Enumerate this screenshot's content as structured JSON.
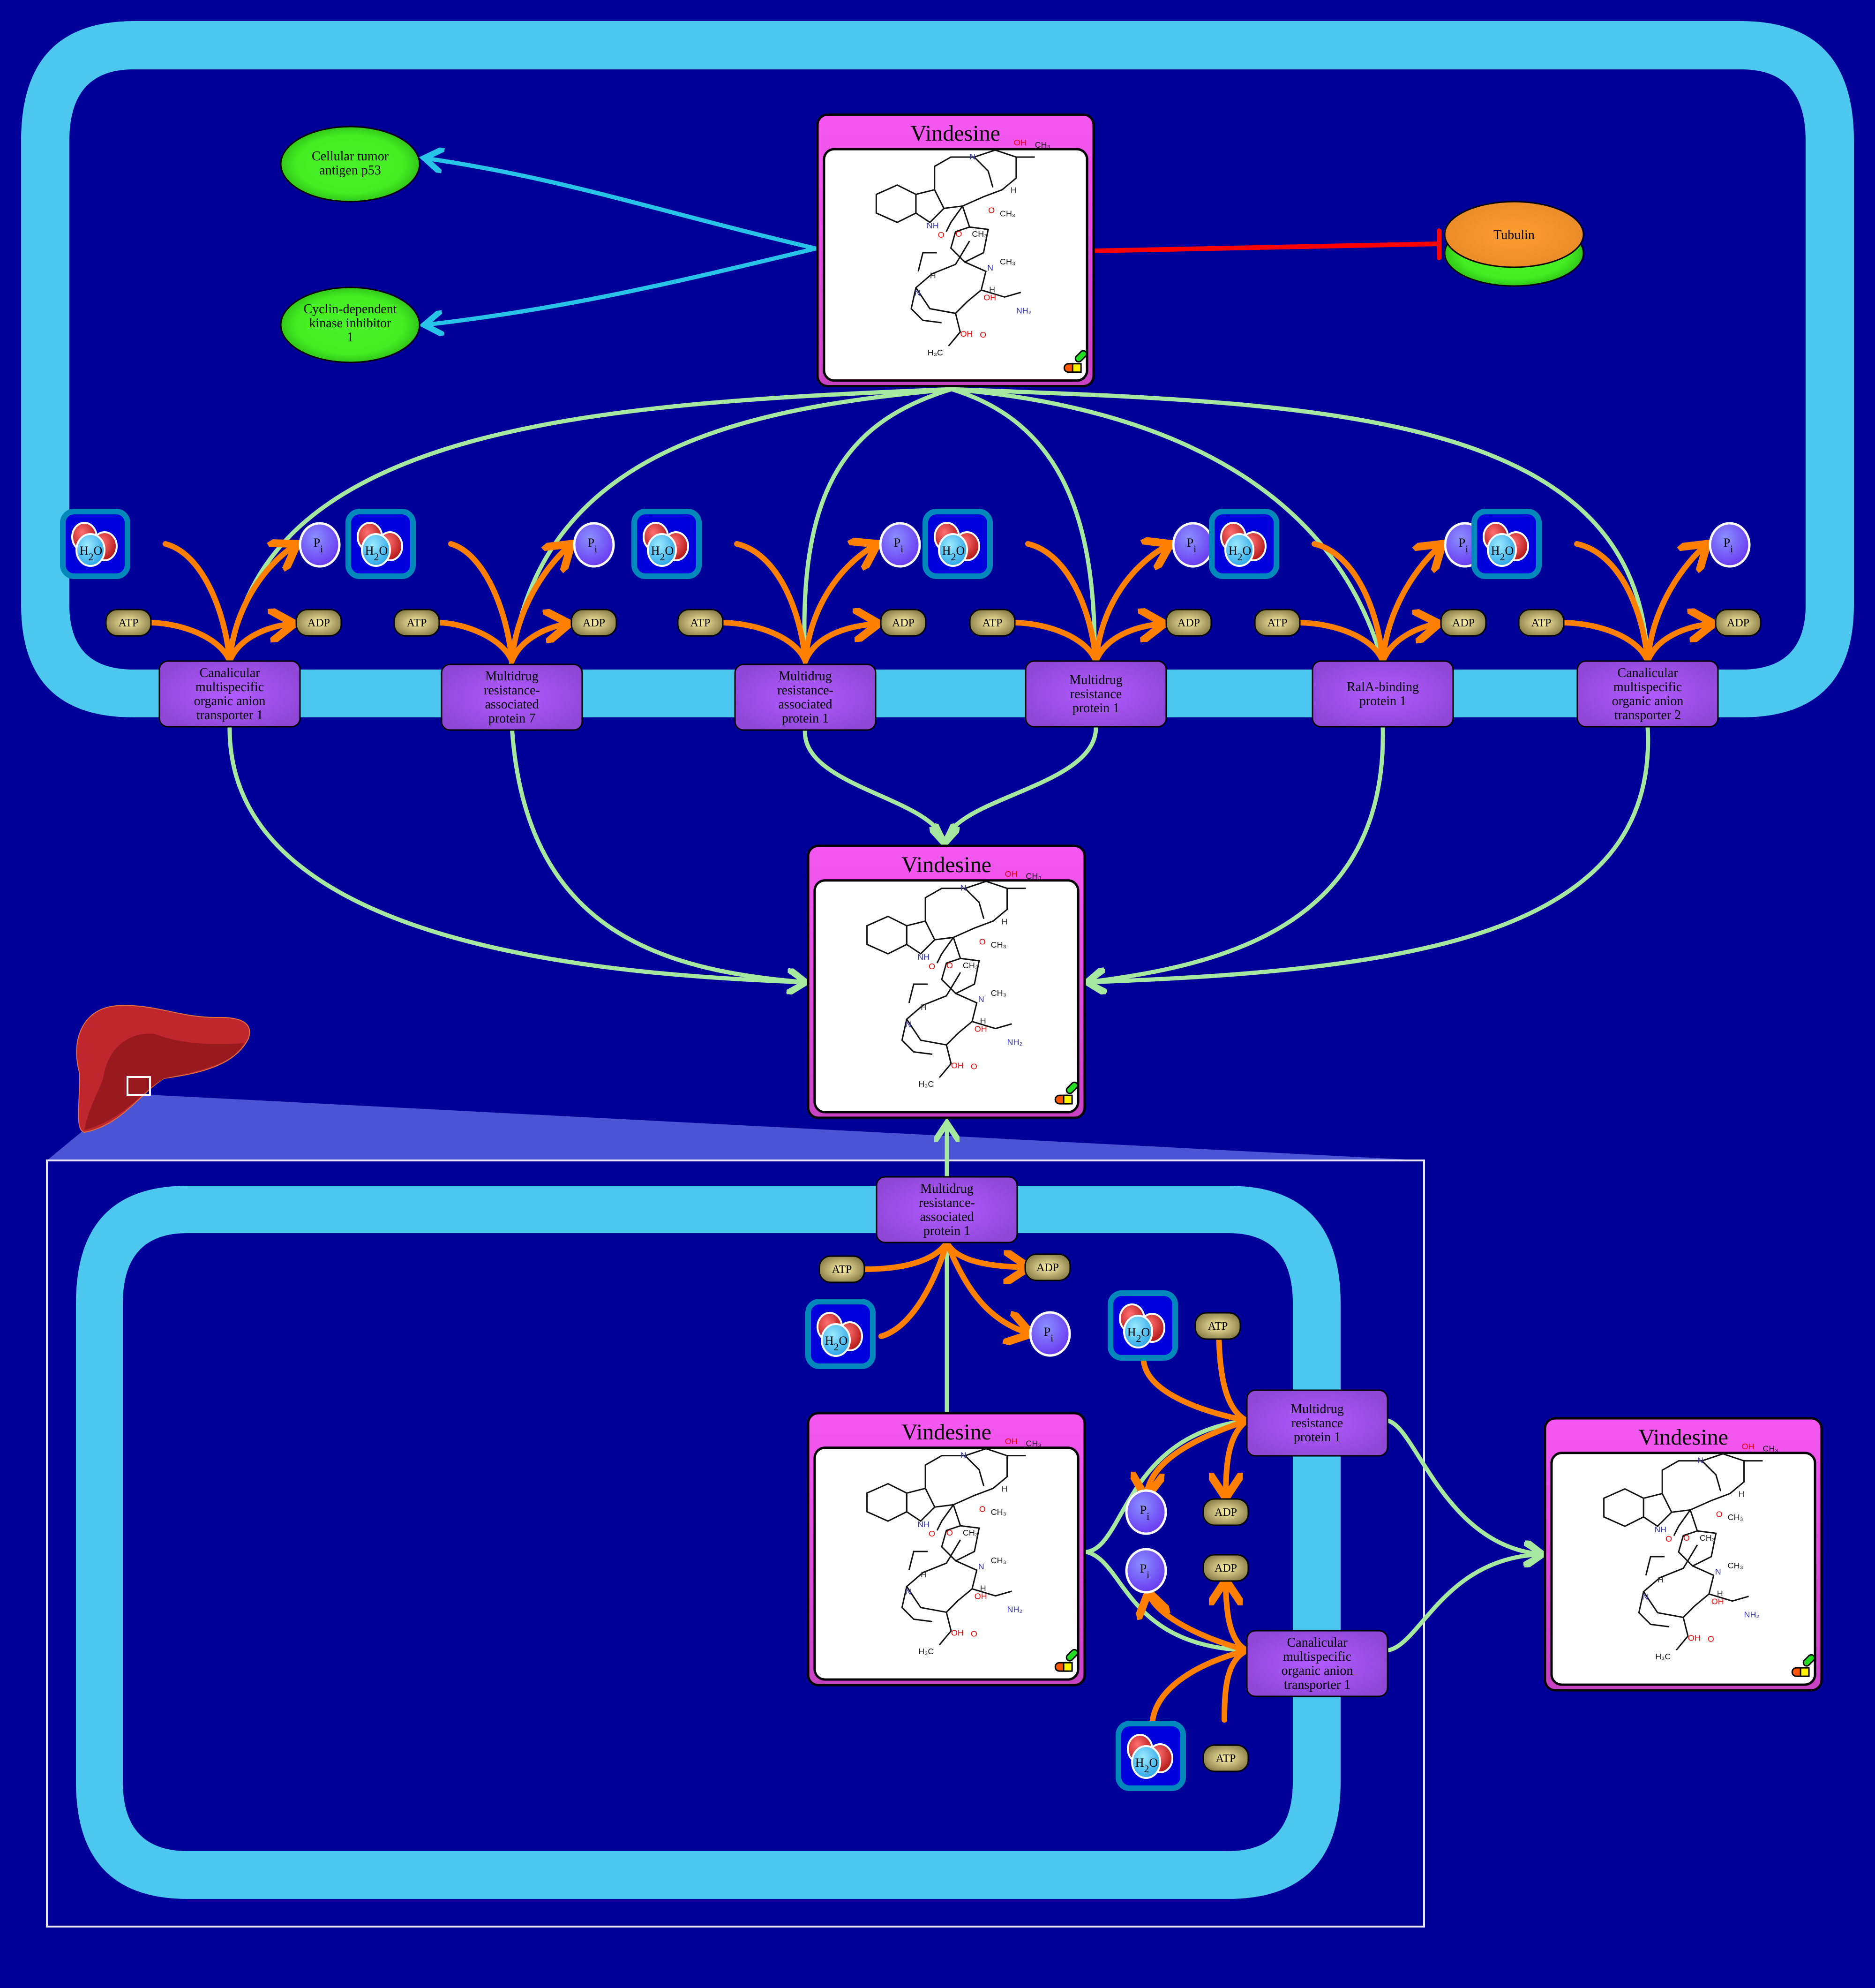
{
  "title": "Vindesine transport and action pathway (hepatocyte)",
  "colors": {
    "background": "#000099",
    "membrane": "#4CC7F0",
    "drug_header": "#F657F2",
    "protein": "#A452F0",
    "enzyme_green": "#44EE22",
    "tubulin": "#FF9A2E",
    "transport_edge": "#A6E8A0",
    "cofactor_edge": "#FF7F00",
    "interaction_edge": "#28C4E8",
    "inhibition_edge": "#FF0000",
    "liver": "#C0262E"
  },
  "drug": {
    "name": "Vindesine",
    "structure_labels": [
      "OH",
      "CH3",
      "N",
      "H",
      "NH",
      "O",
      "CH3",
      "O",
      "CH3",
      "N",
      "CH3",
      "H",
      "N",
      "H",
      "OH",
      "NH2",
      "OH",
      "O",
      "H3C"
    ]
  },
  "top_cell": {
    "targets": [
      {
        "label_lines": [
          "Cellular tumor",
          "antigen p53"
        ]
      },
      {
        "label_lines": [
          "Cyclin-dependent",
          "kinase inhibitor",
          "1"
        ]
      }
    ],
    "tubulin": {
      "label": "Tubulin"
    },
    "transporters": [
      {
        "label_lines": [
          "Canalicular",
          "multispecific",
          "organic anion",
          "transporter 1"
        ]
      },
      {
        "label_lines": [
          "Multidrug",
          "resistance-",
          "associated",
          "protein 7"
        ]
      },
      {
        "label_lines": [
          "Multidrug",
          "resistance-",
          "associated",
          "protein 1"
        ]
      },
      {
        "label_lines": [
          "Multidrug",
          "resistance",
          "protein 1"
        ]
      },
      {
        "label_lines": [
          "RalA-binding",
          "protein 1"
        ]
      },
      {
        "label_lines": [
          "Canalicular",
          "multispecific",
          "organic anion",
          "transporter 2"
        ]
      }
    ]
  },
  "bottom_cell": {
    "transporters": [
      {
        "label_lines": [
          "Multidrug",
          "resistance-",
          "associated",
          "protein 1"
        ]
      },
      {
        "label_lines": [
          "Multidrug",
          "resistance",
          "protein 1"
        ]
      },
      {
        "label_lines": [
          "Canalicular",
          "multispecific",
          "organic anion",
          "transporter 1"
        ]
      }
    ]
  },
  "cofactors": {
    "water": {
      "main": "H",
      "sub": "2",
      "tail": "O"
    },
    "phosphate": {
      "main": "P",
      "sub": "i"
    },
    "atp": "ATP",
    "adp": "ADP"
  }
}
